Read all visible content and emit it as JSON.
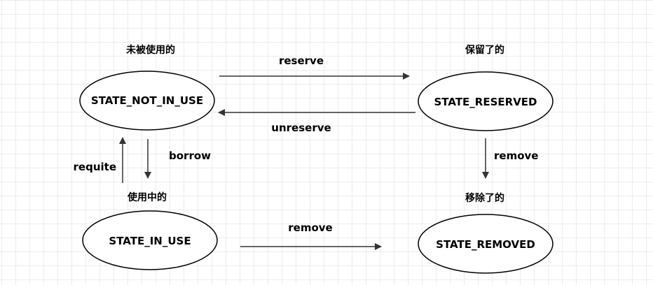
{
  "diagram": {
    "states": {
      "not_in_use": {
        "label": "STATE_NOT_IN_USE",
        "caption": "未被使用的"
      },
      "reserved": {
        "label": "STATE_RESERVED",
        "caption": "保留了的"
      },
      "in_use": {
        "label": "STATE_IN_USE",
        "caption": "使用中的"
      },
      "removed": {
        "label": "STATE_REMOVED",
        "caption": "移除了的"
      }
    },
    "transitions": {
      "reserve": {
        "label": "reserve",
        "from": "not_in_use",
        "to": "reserved"
      },
      "unreserve": {
        "label": "unreserve",
        "from": "reserved",
        "to": "not_in_use"
      },
      "borrow": {
        "label": "borrow",
        "from": "not_in_use",
        "to": "in_use"
      },
      "requite": {
        "label": "requite",
        "from": "in_use",
        "to": "not_in_use"
      },
      "remove_reserved": {
        "label": "remove",
        "from": "reserved",
        "to": "removed"
      },
      "remove_in_use": {
        "label": "remove",
        "from": "in_use",
        "to": "removed"
      }
    },
    "colors": {
      "stroke": "#000000",
      "arrow": "#333333",
      "grid": "#ececec"
    }
  }
}
